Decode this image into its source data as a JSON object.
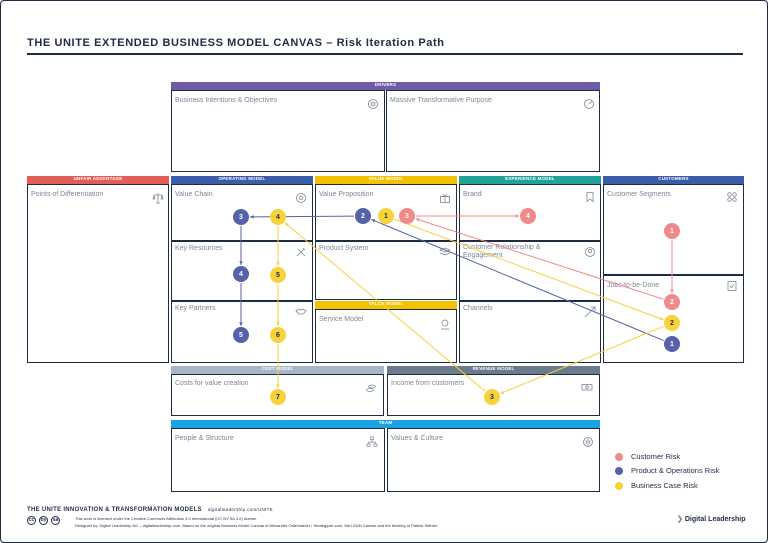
{
  "title": "THE UNITE EXTENDED BUSINESS MODEL CANVAS – Risk Iteration Path",
  "colors": {
    "dark": "#1f2a44",
    "purple": "#6f5aa8",
    "red": "#e35d57",
    "blue": "#3b5ca8",
    "yellow": "#f2c200",
    "teal": "#21a39a",
    "grey_blue": "#a7b6c9",
    "slate": "#6b7a8c",
    "cyan": "#1aa3e0",
    "customer_risk": "#f08a8a",
    "product_risk": "#5561a8",
    "business_risk": "#f7d23a"
  },
  "sections": {
    "drivers": "DRIVERS",
    "unfair_advantage": "UNFAIR ADVANTAGE",
    "operating_model": "OPERATING MODEL",
    "value_model": "VALUE MODEL",
    "experience_model": "EXPERIENCE MODEL",
    "customers": "CUSTOMERS",
    "value_model_2": "VALUE MODEL",
    "cost_model": "COST MODEL",
    "revenue_model": "REVENUE MODEL",
    "team": "TEAM"
  },
  "cells": {
    "business_intentions": "Business Intentions & Objectives",
    "massive_purpose": "Massive Transformative Purpose",
    "points_of_differentiation": "Points of Differentiation",
    "value_chain": "Value Chain",
    "key_resources": "Key Resources",
    "key_partners": "Key Partners",
    "value_proposition": "Value Proposition",
    "product_system": "Product System",
    "service_model": "Service Model",
    "brand": "Brand",
    "customer_relationship": "Customer Relationship & Engagement",
    "channels": "Channels",
    "customer_segments": "Customer Segments",
    "jobs_to_be_done": "Jobs-to-be-Done",
    "costs_for_value_creation": "Costs for value creation",
    "income_from_customers": "Income from customers",
    "people_structure": "People & Structure",
    "values_culture": "Values & Culture"
  },
  "legend": {
    "customer_risk": "Customer Risk",
    "product_risk": "Product & Operations Risk",
    "business_risk": "Business Case Risk"
  },
  "footer": {
    "brand": "THE UNITE INNOVATION & TRANSFORMATION MODELS",
    "url": "digitalleadership.com/UNITE",
    "license": "This work is licensed under the Creative Commons Attribution 4.0 International (CC BY-SA 4.0) license.",
    "credits": "Designed by: Digital Leadership AG – digitalleadership.com. Based on the original Business Model Canvas of Alexander Osterwalder / Strategyzer.com, the LEAN Canvas and the thinking of Patrick Stähler.",
    "logo": "Digital Leadership",
    "cc_icons": [
      "cc",
      "by",
      "sa"
    ]
  },
  "icons": {
    "business_intentions": "target-icon",
    "massive_purpose": "compass-icon",
    "points_of_differentiation": "scales-icon",
    "value_chain": "gears-icon",
    "key_resources": "tools-icon",
    "key_partners": "handshake-icon",
    "value_proposition": "gift-icon",
    "product_system": "layers-icon",
    "service_model": "gear-hand-icon",
    "brand": "bookmark-icon",
    "customer_relationship": "person-heart-icon",
    "channels": "arrows-icon",
    "customer_segments": "segments-icon",
    "jobs_to_be_done": "checklist-icon",
    "costs_for_value_creation": "coins-icon",
    "income_from_customers": "cash-icon",
    "people_structure": "org-icon",
    "values_culture": "brain-icon"
  },
  "markers": [
    {
      "id": "c1",
      "label": "1",
      "risk": "customer"
    },
    {
      "id": "c2",
      "label": "2",
      "risk": "customer"
    },
    {
      "id": "c3",
      "label": "3",
      "risk": "customer"
    },
    {
      "id": "c4",
      "label": "4",
      "risk": "customer"
    },
    {
      "id": "p1",
      "label": "1",
      "risk": "product"
    },
    {
      "id": "p2",
      "label": "2",
      "risk": "product"
    },
    {
      "id": "p3",
      "label": "3",
      "risk": "product"
    },
    {
      "id": "p4",
      "label": "4",
      "risk": "product"
    },
    {
      "id": "p5",
      "label": "5",
      "risk": "product"
    },
    {
      "id": "b1",
      "label": "1",
      "risk": "business"
    },
    {
      "id": "b2",
      "label": "2",
      "risk": "business"
    },
    {
      "id": "b3",
      "label": "3",
      "risk": "business"
    },
    {
      "id": "b4",
      "label": "4",
      "risk": "business"
    },
    {
      "id": "b5",
      "label": "5",
      "risk": "business"
    },
    {
      "id": "b6",
      "label": "6",
      "risk": "business"
    },
    {
      "id": "b7",
      "label": "7",
      "risk": "business"
    }
  ],
  "paths": {
    "customer": [
      "c1",
      "c2",
      "c3",
      "c4"
    ],
    "product": [
      "p1",
      "p2",
      "p3",
      "p4",
      "p5"
    ],
    "business": [
      "b1",
      "b2",
      "b3",
      "b4",
      "b5",
      "b6",
      "b7"
    ]
  }
}
